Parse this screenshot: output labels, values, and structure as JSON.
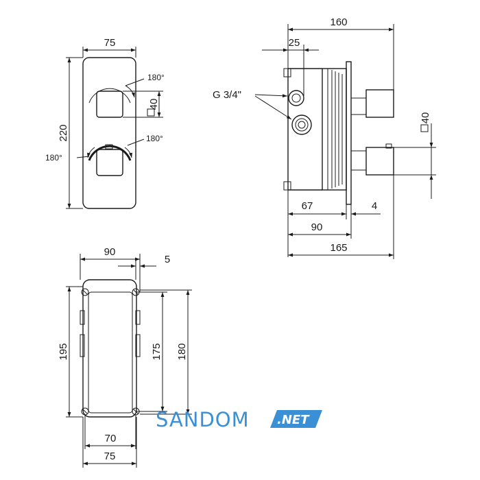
{
  "front_view": {
    "dim_width": "75",
    "dim_height": "220",
    "dim_square": "40",
    "angle_top": "180°",
    "angle_right": "180°",
    "angle_left": "180°"
  },
  "side_view": {
    "dim_overall": "160",
    "dim_offset": "25",
    "thread_label": "G 3/4\"",
    "dim_square": "40",
    "dim_67": "67",
    "dim_4": "4",
    "dim_90": "90",
    "dim_165": "165"
  },
  "box_view": {
    "dim_90": "90",
    "dim_5": "5",
    "dim_195": "195",
    "dim_175": "175",
    "dim_180": "180",
    "dim_70": "70",
    "dim_75": "75"
  },
  "watermark": {
    "brand": "SANDOM",
    "suffix": ".NET",
    "color": "#3b8fd4"
  }
}
